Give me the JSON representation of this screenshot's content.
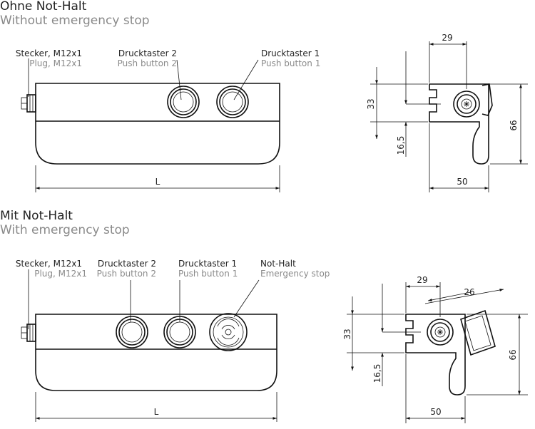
{
  "sections": [
    {
      "title_de": "Ohne Not-Halt",
      "title_en": "Without emergency stop",
      "labels": [
        {
          "de": "Stecker, M12x1",
          "en": "Plug, M12x1"
        },
        {
          "de": "Drucktaster 2",
          "en": "Push button 2"
        },
        {
          "de": "Drucktaster 1",
          "en": "Push button 1"
        }
      ],
      "dims": {
        "length": "L",
        "top_width": "29",
        "height_upper": "33",
        "height_lower": "16,5",
        "total_height": "66",
        "bottom_width": "50"
      }
    },
    {
      "title_de": "Mit Not-Halt",
      "title_en": "With emergency stop",
      "labels": [
        {
          "de": "Stecker, M12x1",
          "en": "Plug, M12x1"
        },
        {
          "de": "Drucktaster 2",
          "en": "Push button 2"
        },
        {
          "de": "Drucktaster 1",
          "en": "Push button 1"
        },
        {
          "de": "Not-Halt",
          "en": "Emergency stop"
        }
      ],
      "dims": {
        "length": "L",
        "top_width": "29",
        "button_depth": "26",
        "height_upper": "33",
        "height_lower": "16,5",
        "total_height": "66",
        "bottom_width": "50"
      }
    }
  ]
}
